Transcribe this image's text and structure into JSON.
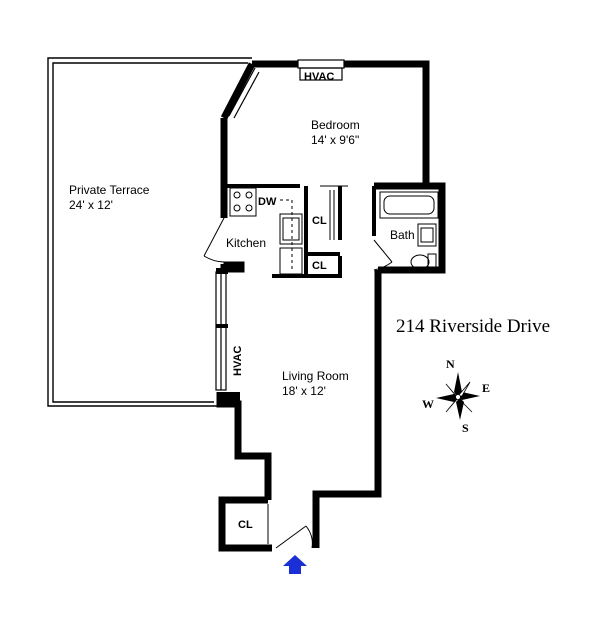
{
  "address": "214 Riverside Drive",
  "rooms": {
    "terrace": {
      "name": "Private Terrace",
      "size": "24' x 12'"
    },
    "bedroom": {
      "name": "Bedroom",
      "size": "14' x 9'6\""
    },
    "kitchen": {
      "name": "Kitchen"
    },
    "bath": {
      "name": "Bath"
    },
    "living": {
      "name": "Living Room",
      "size": "18' x 12'"
    }
  },
  "labels": {
    "hvac_top": "HVAC",
    "hvac_side": "HVAC",
    "dw": "DW",
    "closet": "CL"
  },
  "compass": {
    "n": "N",
    "e": "E",
    "s": "S",
    "w": "W"
  },
  "colors": {
    "wall": "#000000",
    "entry_arrow": "#1a2fd6"
  }
}
